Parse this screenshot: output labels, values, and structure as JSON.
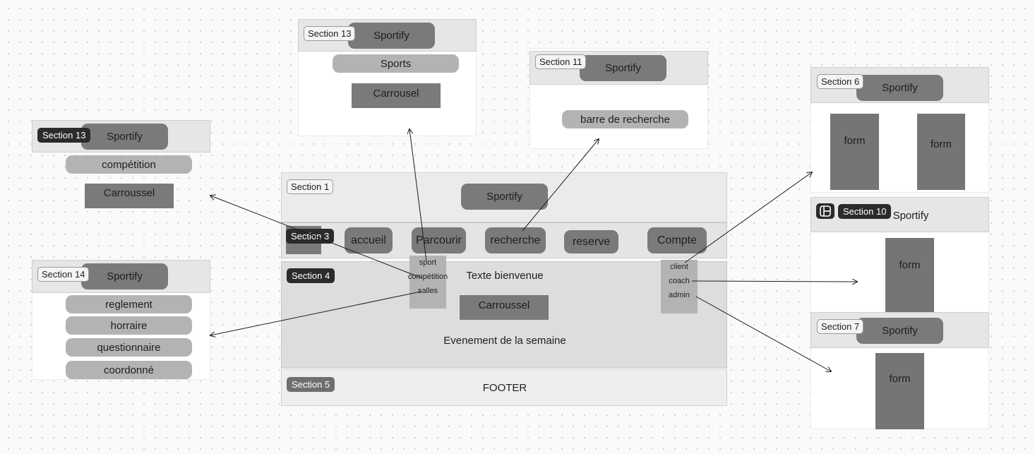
{
  "section13_top": {
    "label": "Section 13",
    "title": "Sportify",
    "pill": "Sports",
    "carousel": "Carrousel"
  },
  "section11": {
    "label": "Section 11",
    "title": "Sportify",
    "search": "barre de recherche"
  },
  "section13_left": {
    "label": "Section 13",
    "title": "Sportify",
    "pill": "compétition",
    "carousel": "Carroussel"
  },
  "section14": {
    "label": "Section 14",
    "title": "Sportify",
    "items": [
      "reglement",
      "horraire",
      "questionnaire",
      "coordonné"
    ]
  },
  "section6": {
    "label": "Section 6",
    "title": "Sportify",
    "form1": "form",
    "form2": "form"
  },
  "section10": {
    "label": "Section 10",
    "title": "Sportify",
    "form": "form"
  },
  "section7": {
    "label": "Section 7",
    "title": "Sportify",
    "form": "form"
  },
  "section1": {
    "label": "Section 1",
    "title": "Sportify"
  },
  "section3": {
    "label": "Section 3",
    "nav": [
      "accueil",
      "Parcourir",
      "recherche",
      "reserve",
      "Compte"
    ]
  },
  "section4": {
    "label": "Section 4",
    "welcome": "Texte bienvenue",
    "carousel": "Carroussel",
    "event": "Evenement de la semaine",
    "parcourir_menu": [
      "sport",
      "compétition",
      "salles"
    ],
    "compte_menu": [
      "client",
      "coach",
      "admin"
    ]
  },
  "section5": {
    "label": "Section 5",
    "footer": "FOOTER"
  },
  "colors": {
    "dark_block": "#7a7a7a",
    "light_pill": "#b3b3b3",
    "header": "#e6e6e6",
    "label_dark": "#2b2b2b"
  }
}
